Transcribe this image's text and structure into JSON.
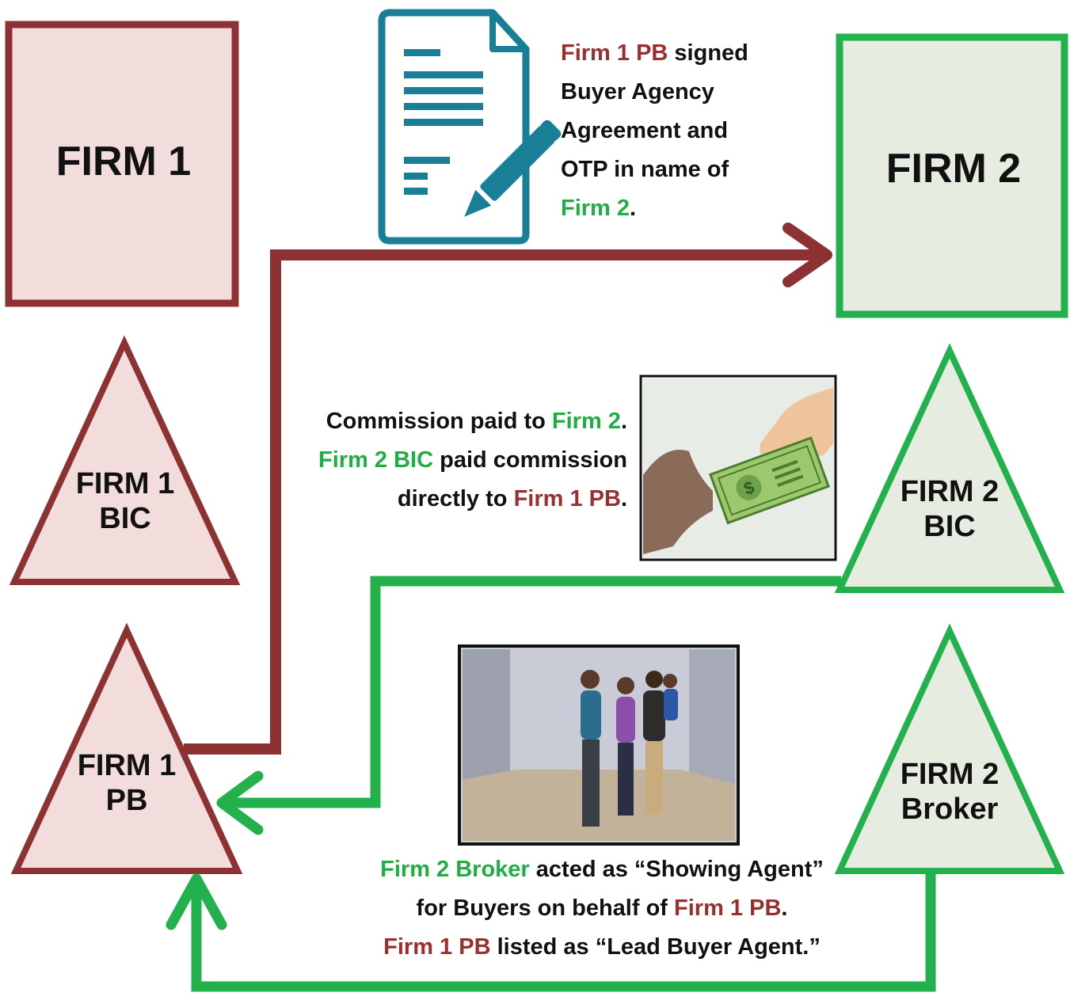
{
  "colors": {
    "firm1_stroke": "#8c3232",
    "firm1_fill": "#f2dcdc",
    "firm2_stroke": "#22b14c",
    "firm2_fill": "#e6ecdf",
    "doc_icon": "#197f96",
    "firm1_text": "#9a2f2f",
    "firm2_text": "#1fae43"
  },
  "nodes": {
    "firm1": "FIRM 1",
    "firm2": "FIRM 2",
    "firm1_bic_line1": "FIRM 1",
    "firm1_bic_line2": "BIC",
    "firm1_pb_line1": "FIRM 1",
    "firm1_pb_line2": "PB",
    "firm2_bic_line1": "FIRM 2",
    "firm2_bic_line2": "BIC",
    "firm2_broker_line1": "FIRM 2",
    "firm2_broker_line2": "Broker"
  },
  "notes": {
    "agreement": {
      "l1a": "Firm 1 PB",
      "l1b": " signed",
      "l2": "Buyer Agency",
      "l3": "Agreement and",
      "l4": "OTP in name of",
      "l5a": "Firm 2",
      "l5b": "."
    },
    "commission": {
      "l1a": "Commission paid to ",
      "l1b": "Firm 2",
      "l1c": ".",
      "l2a": "Firm 2 BIC",
      "l2b": " paid commission",
      "l3a": "directly to ",
      "l3b": "Firm 1 PB",
      "l3c": "."
    },
    "showing": {
      "l1a": "Firm 2 Broker",
      "l1b": " acted as “Showing Agent”",
      "l2a": "for Buyers on behalf of ",
      "l2b": "Firm 1 PB",
      "l2c": ".",
      "l3a": "Firm 1 PB",
      "l3b": " listed as “Lead Buyer Agent.”"
    }
  },
  "icons": {
    "document": "document-signing-icon",
    "money": "cash-handover-picture",
    "showing": "property-viewing-picture"
  }
}
